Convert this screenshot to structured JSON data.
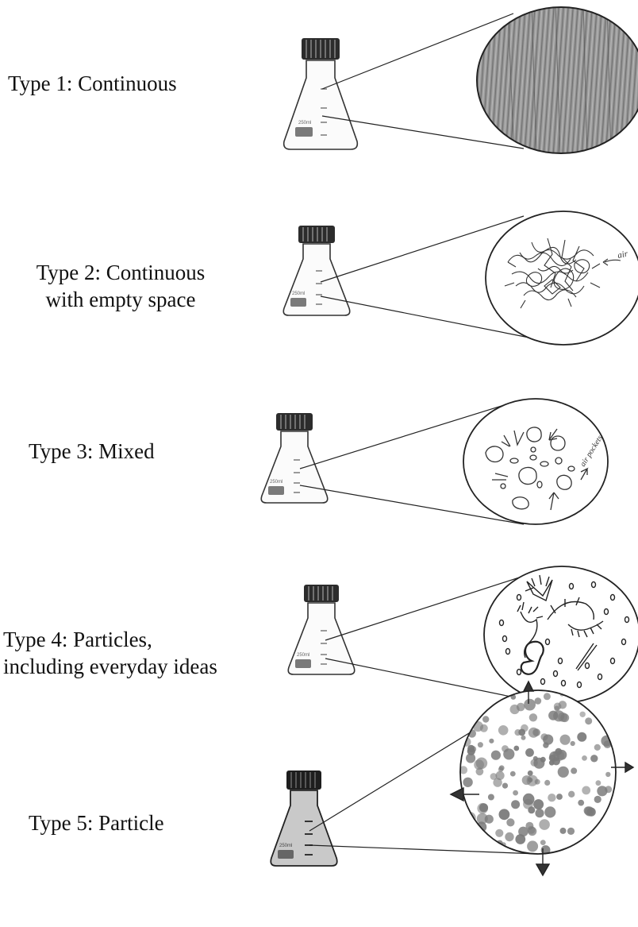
{
  "figure": {
    "types": [
      {
        "label_lines": [
          "Type 1: Continuous"
        ],
        "flask_text": "250ml",
        "drawing": "continuous-shading"
      },
      {
        "label_lines": [
          "Type 2: Continuous",
          "with empty space"
        ],
        "flask_text": "250ml",
        "drawing": "tangled-strands",
        "annotation": "air"
      },
      {
        "label_lines": [
          "Type 3: Mixed"
        ],
        "flask_text": "250ml",
        "drawing": "blobs-and-arrows",
        "annotation": "air pockets"
      },
      {
        "label_lines": [
          "Type 4: Particles,",
          "including everyday ideas"
        ],
        "flask_text": "250ml",
        "drawing": "organisms-and-dots"
      },
      {
        "label_lines": [
          "Type 5: Particle"
        ],
        "flask_text": "250ml",
        "drawing": "dense-particles",
        "flask_style": "filled"
      }
    ]
  }
}
